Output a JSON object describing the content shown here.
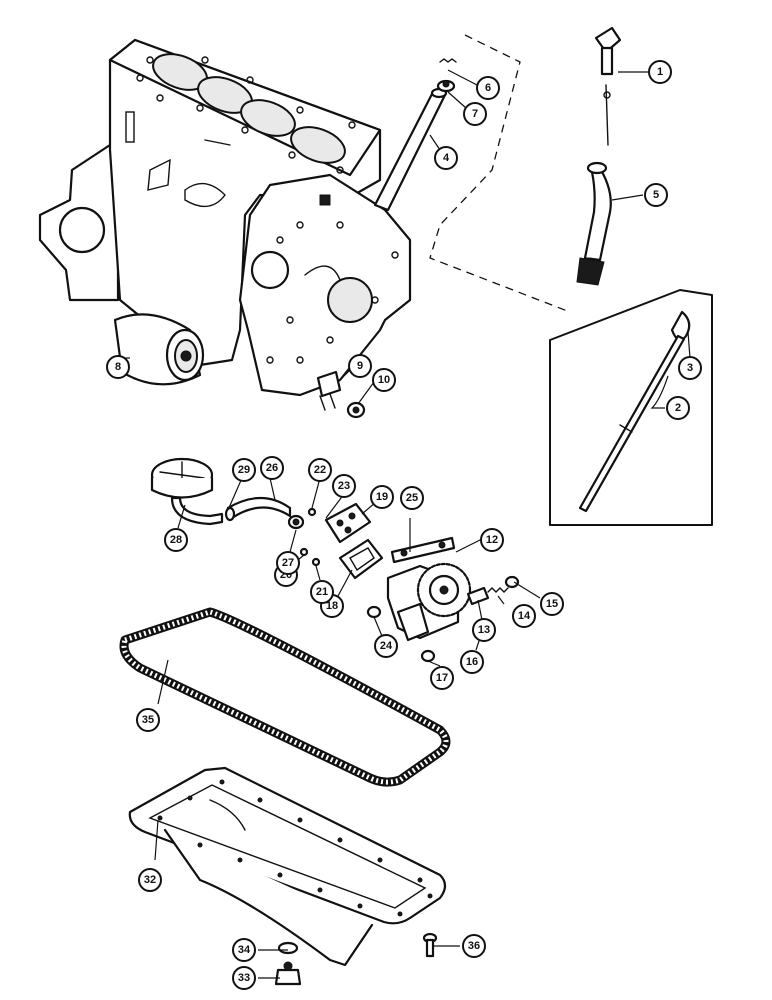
{
  "diagram": {
    "callouts": [
      {
        "id": "c1",
        "label": "1"
      },
      {
        "id": "c2",
        "label": "2"
      },
      {
        "id": "c3",
        "label": "3"
      },
      {
        "id": "c4",
        "label": "4"
      },
      {
        "id": "c5",
        "label": "5"
      },
      {
        "id": "c6",
        "label": "6"
      },
      {
        "id": "c7",
        "label": "7"
      },
      {
        "id": "c8",
        "label": "8"
      },
      {
        "id": "c9",
        "label": "9"
      },
      {
        "id": "c10",
        "label": "10"
      },
      {
        "id": "c12",
        "label": "12"
      },
      {
        "id": "c13",
        "label": "13"
      },
      {
        "id": "c14",
        "label": "14"
      },
      {
        "id": "c15",
        "label": "15"
      },
      {
        "id": "c16",
        "label": "16"
      },
      {
        "id": "c17",
        "label": "17"
      },
      {
        "id": "c18",
        "label": "18"
      },
      {
        "id": "c19",
        "label": "19"
      },
      {
        "id": "c20",
        "label": "20"
      },
      {
        "id": "c21",
        "label": "21"
      },
      {
        "id": "c22",
        "label": "22"
      },
      {
        "id": "c23",
        "label": "23"
      },
      {
        "id": "c24",
        "label": "24"
      },
      {
        "id": "c25",
        "label": "25"
      },
      {
        "id": "c26",
        "label": "26"
      },
      {
        "id": "c27",
        "label": "27"
      },
      {
        "id": "c28",
        "label": "28"
      },
      {
        "id": "c29",
        "label": "29"
      },
      {
        "id": "c32",
        "label": "32"
      },
      {
        "id": "c33",
        "label": "33"
      },
      {
        "id": "c34",
        "label": "34"
      },
      {
        "id": "c35",
        "label": "35"
      },
      {
        "id": "c36",
        "label": "36"
      }
    ]
  }
}
